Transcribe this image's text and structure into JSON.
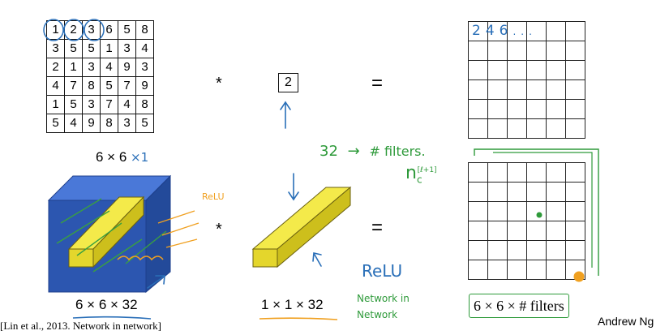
{
  "top_input": {
    "rows": [
      [
        "1",
        "2",
        "3",
        "6",
        "5",
        "8"
      ],
      [
        "3",
        "5",
        "5",
        "1",
        "3",
        "4"
      ],
      [
        "2",
        "1",
        "3",
        "4",
        "9",
        "3"
      ],
      [
        "4",
        "7",
        "8",
        "5",
        "7",
        "9"
      ],
      [
        "1",
        "5",
        "3",
        "7",
        "4",
        "8"
      ],
      [
        "5",
        "4",
        "9",
        "8",
        "3",
        "5"
      ]
    ],
    "dim_label": "6 × 6",
    "dim_annotation": "×1"
  },
  "top_ops": {
    "conv": "*",
    "equals": "="
  },
  "top_filter": {
    "value": "2"
  },
  "top_output": {
    "first_row_note": [
      "2",
      "4",
      "6",
      "..."
    ]
  },
  "middle_note": {
    "count": "32",
    "arrow": "→",
    "text": "# filters.",
    "symbol": "n",
    "subscript": "c",
    "superscript": "[ℓ+1]"
  },
  "bottom_input": {
    "dim_label": "6 × 6 × 32",
    "annotation": "ReLU"
  },
  "bottom_ops": {
    "conv": "*",
    "equals": "="
  },
  "bottom_filter": {
    "dim_label": "1 × 1 × 32"
  },
  "relu_note": "ReLU",
  "nin_note": [
    "Network in",
    "Network"
  ],
  "bottom_output": {
    "dim_label": "6 × 6 × # filters"
  },
  "citation": "[Lin et al., 2013. Network in network]",
  "author": "Andrew Ng",
  "colors": {
    "blue_ink": "#2a6fb8",
    "green_ink": "#2e9a3a",
    "orange_ink": "#f0a020",
    "volume_blue": "#2f5db5",
    "filter_yellow": "#f4e73a"
  }
}
